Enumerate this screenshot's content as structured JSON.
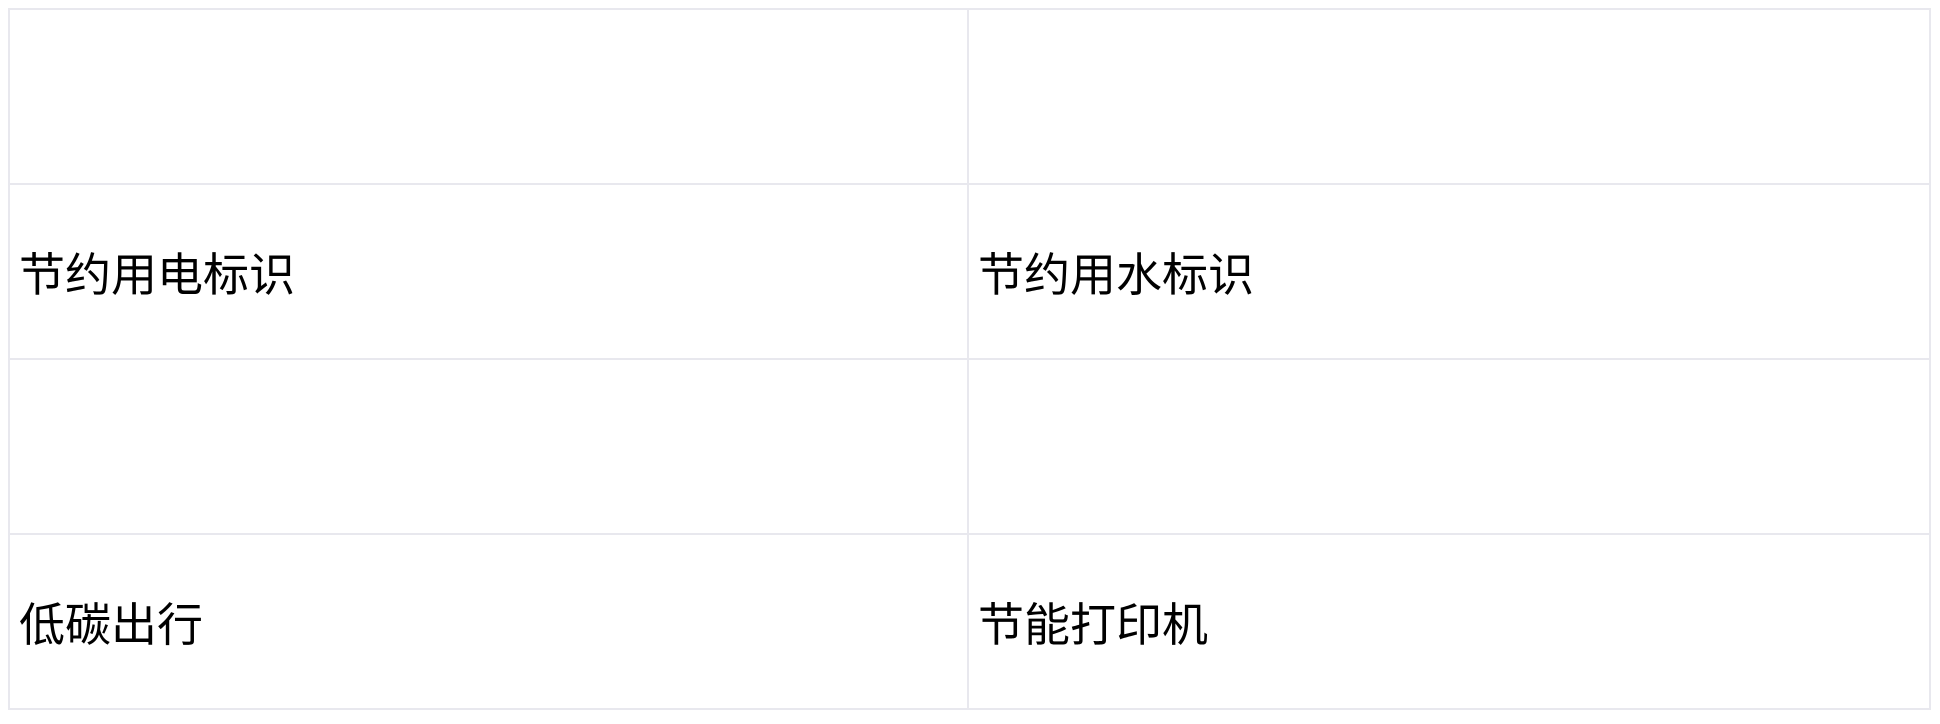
{
  "rows": [
    {
      "cells": [
        "",
        ""
      ]
    },
    {
      "cells": [
        "节约用电标识",
        "节约用水标识"
      ]
    },
    {
      "cells": [
        "",
        ""
      ]
    },
    {
      "cells": [
        "低碳出行",
        "节能打印机"
      ]
    }
  ]
}
